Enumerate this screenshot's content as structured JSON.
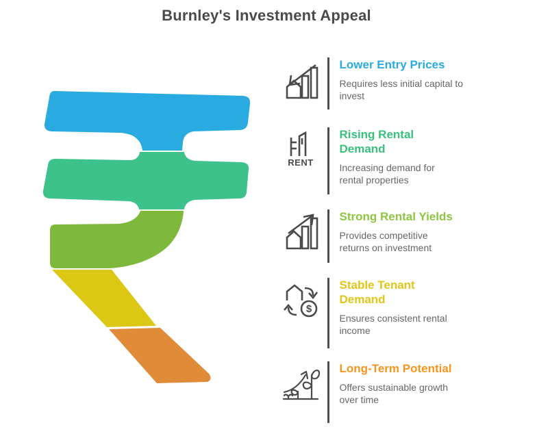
{
  "header": {
    "title": "Burnley's Investment Appeal"
  },
  "rupee_symbol": {
    "description": "Indian rupee sign built from five colored segments",
    "segments": [
      {
        "name": "top-bar",
        "color": "#29ABE2"
      },
      {
        "name": "middle-bar",
        "color": "#3EC28B"
      },
      {
        "name": "elbow-curve",
        "color": "#7EB93C"
      },
      {
        "name": "leg-upper",
        "color": "#DDC715"
      },
      {
        "name": "leg-lower",
        "color": "#E08B38"
      }
    ]
  },
  "features": [
    {
      "title": "Lower Entry Prices",
      "description": "Requires less initial capital to invest",
      "color": "#29ABE2",
      "icon": "price-decline-chart-icon"
    },
    {
      "title": "Rising Rental Demand",
      "description": "Increasing demand for rental properties",
      "color": "#38C17D",
      "icon": "rent-buildings-icon",
      "icon_text": "RENT"
    },
    {
      "title": "Strong Rental Yields",
      "description": "Provides competitive returns on investment",
      "color": "#8CC63F",
      "icon": "growth-chart-icon"
    },
    {
      "title": "Stable Tenant Demand",
      "description": "Ensures consistent rental income",
      "color": "#E3C518",
      "icon": "house-money-cycle-icon",
      "icon_text": "$"
    },
    {
      "title": "Long-Term Potential",
      "description": "Offers sustainable growth over time",
      "color": "#F7941E",
      "icon": "plant-growth-icon"
    }
  ]
}
